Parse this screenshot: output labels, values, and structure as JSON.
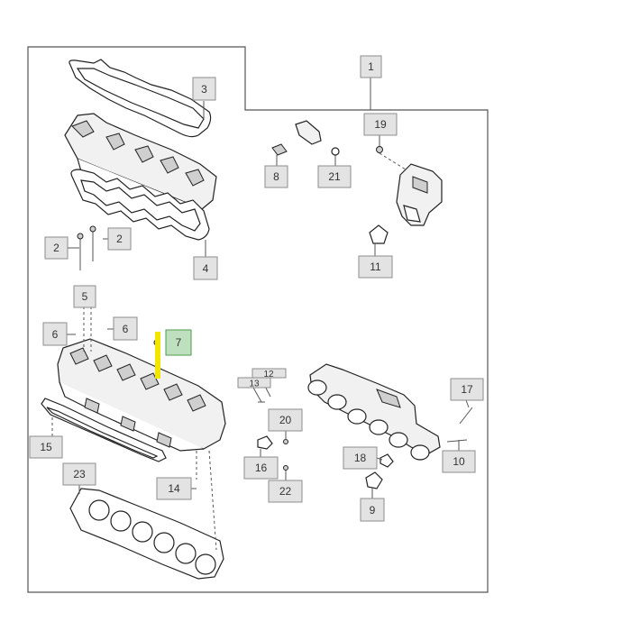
{
  "callouts": {
    "c1": "1",
    "c2a": "2",
    "c2b": "2",
    "c3": "3",
    "c4": "4",
    "c5": "5",
    "c6a": "6",
    "c6b": "6",
    "c7": "7",
    "c8": "8",
    "c9": "9",
    "c10": "10",
    "c11": "11",
    "c12": "12",
    "c13": "13",
    "c14": "14",
    "c15": "15",
    "c16": "16",
    "c17": "17",
    "c18": "18",
    "c19": "19",
    "c20": "20",
    "c21": "21",
    "c22": "22",
    "c23": "23"
  },
  "colors": {
    "callout_fill": "#e3e3e3",
    "highlight_fill": "#bfe0bf",
    "highlight_marker": "#f2e600"
  }
}
